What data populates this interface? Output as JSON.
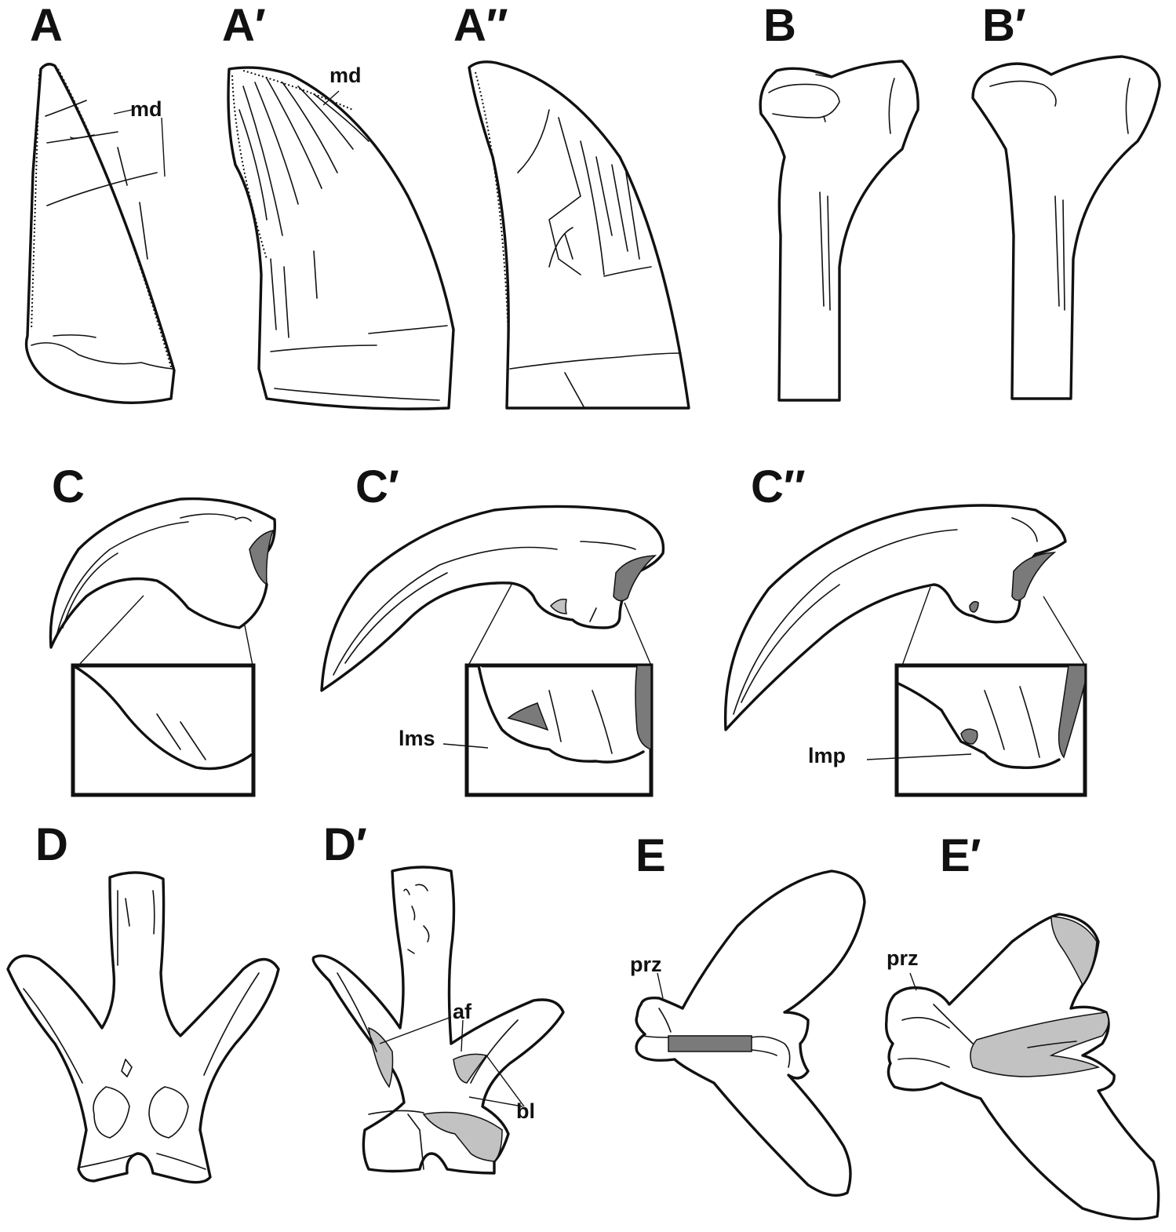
{
  "panels": {
    "A": "A",
    "A1": "A′",
    "A2": "A′′",
    "B": "B",
    "B1": "B′",
    "C": "C",
    "C1": "C′",
    "C2": "C′′",
    "D": "D",
    "D1": "D′",
    "E": "E",
    "E1": "E′"
  },
  "labels": {
    "md": "md",
    "lms": "lms",
    "lmp": "lmp",
    "af": "af",
    "bl": "bl",
    "prz": "prz"
  },
  "colors": {
    "outline": "#111111",
    "dark_fill": "#7a7a7a",
    "light_fill": "#c2c2c2",
    "background": "#ffffff"
  }
}
